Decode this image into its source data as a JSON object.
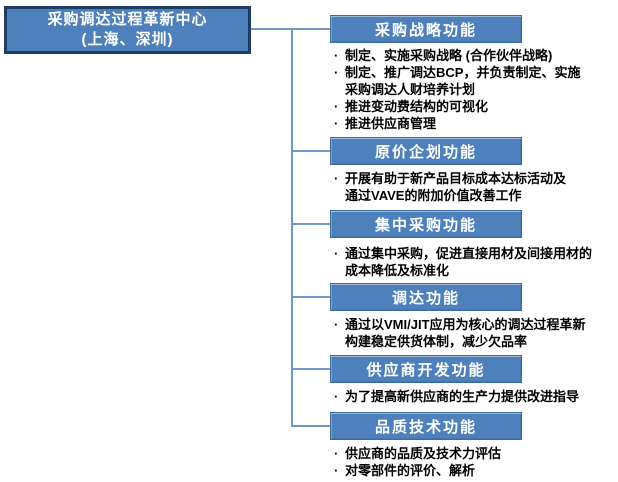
{
  "ui": {
    "bullet_char": "·"
  },
  "colors": {
    "box_fill": "#4E81BC",
    "header_border": "#3B6CA5",
    "root_border": "#1F3C64",
    "connector": "#7096C8",
    "text_on_blue": "#FFFFFF",
    "bullet_text": "#000000",
    "background": "#FFFFFF"
  },
  "root": {
    "title_line1": "采购调达过程革新中心",
    "title_line2": "(上海、深圳)"
  },
  "sections": [
    {
      "header": "采购战略功能",
      "bullets": [
        "制定、实施采购战略 (合作伙伴战略)",
        "制定、推广调达BCP，并负责制定、实施\n采购调达人财培养计划",
        "推进变动费结构的可视化",
        "推进供应商管理"
      ]
    },
    {
      "header": "原价企划功能",
      "bullets": [
        "开展有助于新产品目标成本达标活动及\n通过VAVE的附加价值改善工作"
      ]
    },
    {
      "header": "集中采购功能",
      "bullets": [
        "通过集中采购，促进直接用材及间接用材的\n成本降低及标准化"
      ]
    },
    {
      "header": "调达功能",
      "bullets": [
        "通过以VMI/JIT应用为核心的调达过程革新\n构建稳定供货体制，减少欠品率"
      ]
    },
    {
      "header": "供应商开发功能",
      "bullets": [
        "为了提高新供应商的生产力提供改进指导"
      ]
    },
    {
      "header": "品质技术功能",
      "bullets": [
        "供应商的品质及技术力评估",
        "对零部件的评价、解析"
      ]
    }
  ]
}
